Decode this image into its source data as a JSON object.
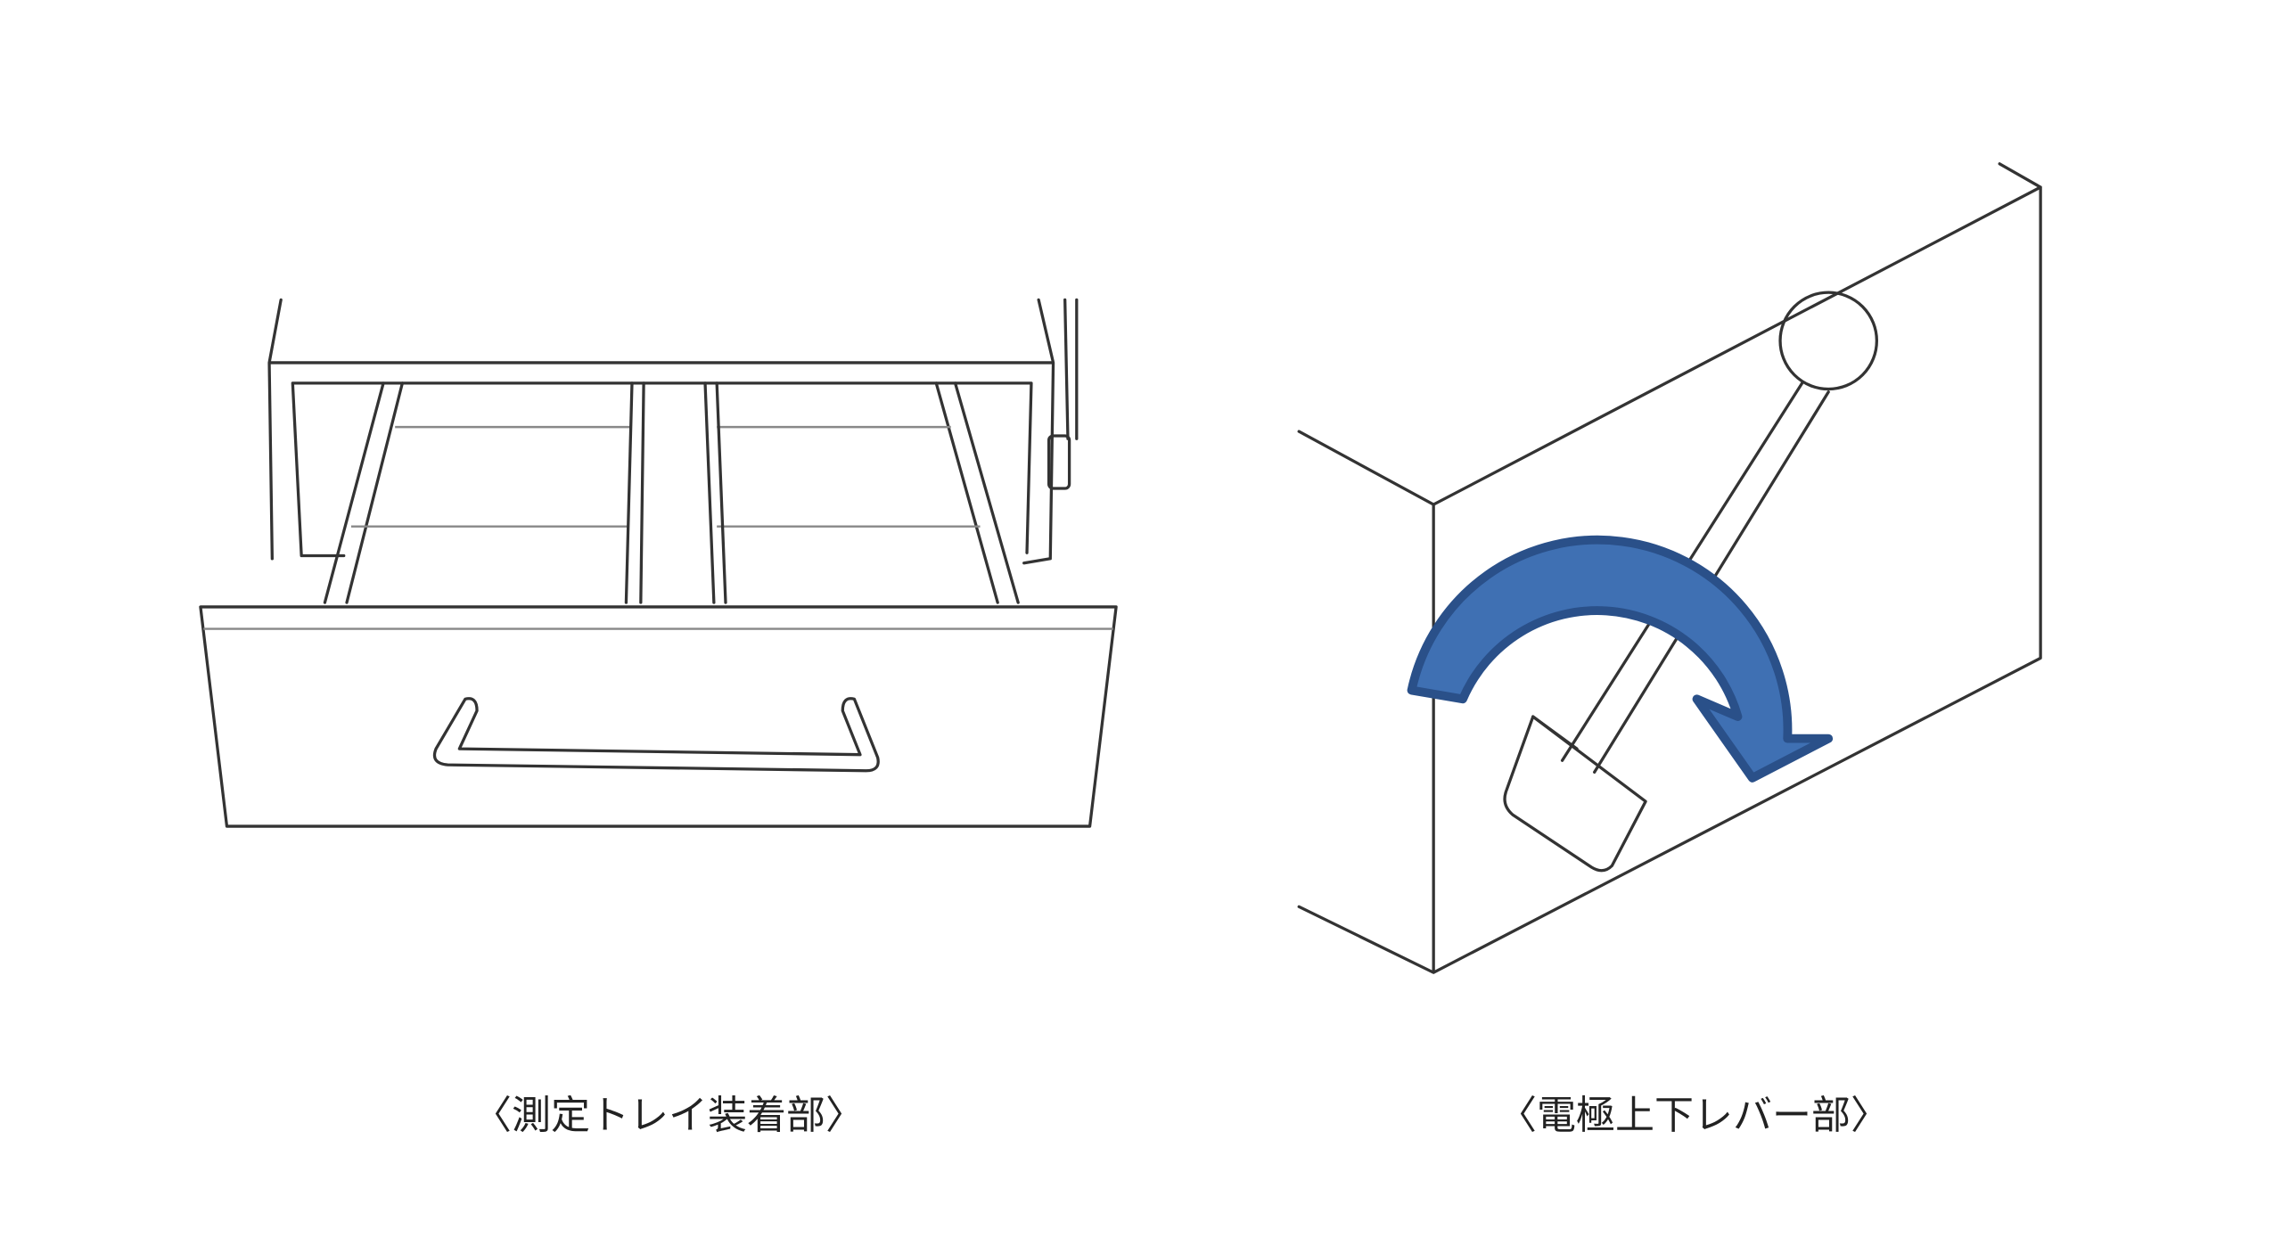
{
  "figures": [
    {
      "caption": "〈測定トレイ装着部〉",
      "subject": "measurement-tray-drawer"
    },
    {
      "caption": "〈電極上下レバー部〉",
      "subject": "electrode-lever"
    }
  ],
  "colors": {
    "arrow_fill": "#3f70b3",
    "arrow_stroke": "#2a5089",
    "line": "#333333"
  },
  "icons": {
    "rotation_arrow": "curved-arrow-clockwise-icon"
  }
}
